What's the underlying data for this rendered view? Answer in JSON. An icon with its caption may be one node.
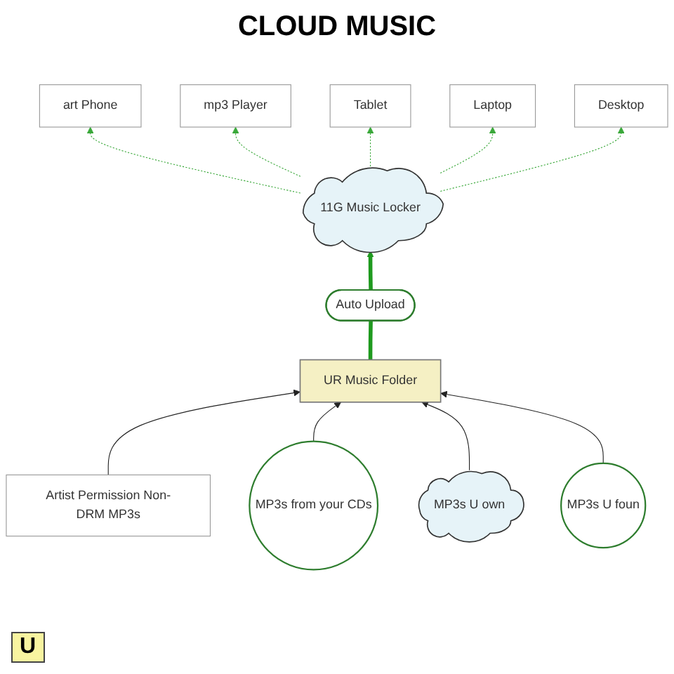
{
  "diagram": {
    "title": "CLOUD MUSIC",
    "nodes": [
      {
        "text": [
          "11G Music Locker"
        ]
      },
      {
        "text": [
          "art Phone"
        ]
      },
      {
        "text": [
          "mp3 Player"
        ]
      },
      {
        "text": [
          "Tablet"
        ]
      },
      {
        "text": [
          "Laptop"
        ]
      },
      {
        "text": [
          "Desktop"
        ]
      },
      {
        "text": [
          "Auto Upload"
        ]
      },
      {
        "text": [
          "UR Music Folder"
        ]
      },
      {
        "text": [
          "Artist Permission Non-DRM MP3s"
        ]
      },
      {
        "text": [
          "MP3s from your CDs"
        ]
      },
      {
        "text": [
          "MP3s U own"
        ]
      },
      {
        "text": [
          "MP3s U foun"
        ]
      }
    ],
    "edges": [
      {
        "from": 0,
        "to": 1,
        "arrow": "to",
        "style": "dashed",
        "color": "#3aa83a"
      },
      {
        "from": 0,
        "to": 2,
        "arrow": "to",
        "style": "dashed",
        "color": "#3aa83a"
      },
      {
        "from": 0,
        "to": 3,
        "arrow": "to",
        "style": "dashed",
        "color": "#3aa83a"
      },
      {
        "from": 0,
        "to": 4,
        "arrow": "to",
        "style": "dashed",
        "color": "#3aa83a"
      },
      {
        "from": 0,
        "to": 5,
        "arrow": "to",
        "style": "dashed",
        "color": "#3aa83a"
      },
      {
        "from": 6,
        "to": 0,
        "arrow": "to",
        "style": "thick",
        "color": "#1e9a1e"
      },
      {
        "from": 7,
        "to": 6,
        "arrow": "none",
        "style": "thick",
        "color": "#1e9a1e"
      },
      {
        "from": 8,
        "to": 7,
        "arrow": "to",
        "color": "#222222"
      },
      {
        "from": 9,
        "to": 7,
        "arrow": "to",
        "color": "#222222"
      },
      {
        "from": 10,
        "to": 7,
        "arrow": "to",
        "color": "#222222"
      },
      {
        "from": 11,
        "to": 7,
        "arrow": "to",
        "color": "#222222"
      }
    ],
    "labels": [
      "U"
    ]
  }
}
